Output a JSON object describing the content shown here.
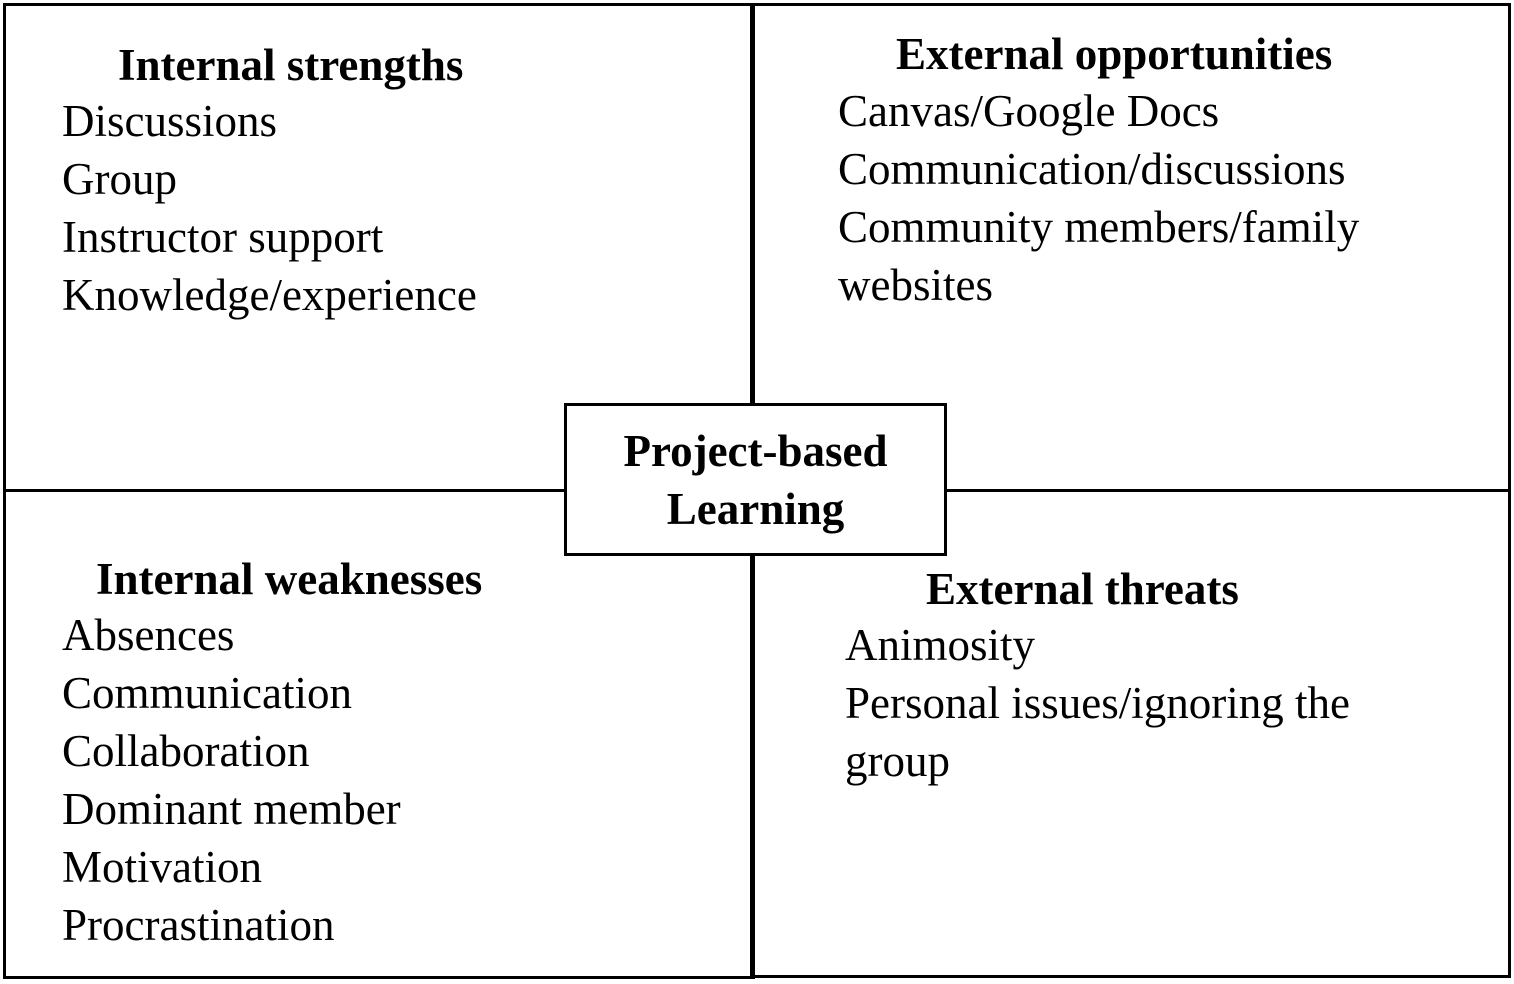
{
  "center": {
    "line1": "Project-based",
    "line2": "Learning"
  },
  "quadrants": {
    "strengths": {
      "title": "Internal strengths",
      "items": [
        "Discussions",
        "Group",
        "Instructor support",
        "Knowledge/experience"
      ]
    },
    "opportunities": {
      "title": "External opportunities",
      "items": [
        "Canvas/Google Docs",
        "Communication/discussions",
        "Community members/family",
        "websites"
      ]
    },
    "weaknesses": {
      "title": "Internal weaknesses",
      "items": [
        "Absences",
        "Communication",
        "Collaboration",
        "Dominant member",
        "Motivation",
        "Procrastination"
      ]
    },
    "threats": {
      "title": "External threats",
      "items": [
        "Animosity",
        "Personal issues/ignoring the",
        "group"
      ]
    }
  }
}
